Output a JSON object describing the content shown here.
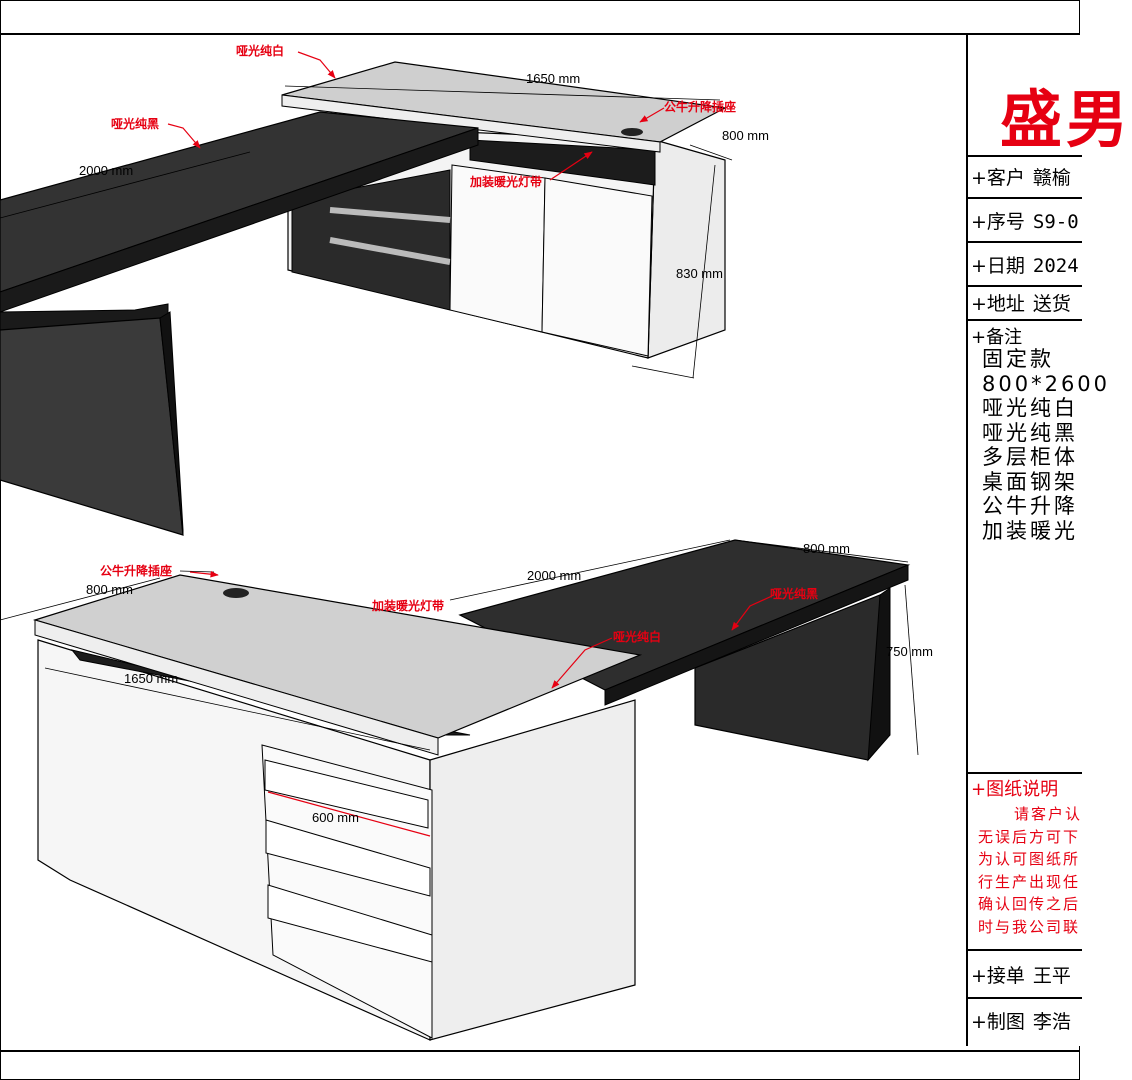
{
  "drawing": {
    "top_view": {
      "label_white": "哑光纯白",
      "label_black": "哑光纯黑",
      "label_socket": "公牛升降插座",
      "label_light": "加装暖光灯带",
      "dim_cabinet_length": "1650 mm",
      "dim_desk_length": "2000 mm",
      "dim_depth": "800 mm",
      "dim_height": "830 mm"
    },
    "bottom_view": {
      "label_socket": "公牛升降插座",
      "label_light": "加装暖光灯带",
      "label_black": "哑光纯黑",
      "label_white": "哑光纯白",
      "dim_depth_left": "800 mm",
      "dim_desk_length": "2000 mm",
      "dim_depth_right": "800 mm",
      "dim_cabinet_length": "1650 mm",
      "dim_height": "750 mm",
      "dim_drawer_width": "600 mm"
    }
  },
  "title_block": {
    "logo": "盛男",
    "customer_label": "+客户",
    "customer_value": "赣榆",
    "serial_label": "+序号",
    "serial_value": "S9-0",
    "date_label": "+日期",
    "date_value": "2024",
    "address_label": "+地址",
    "address_value": "送货",
    "notes_label": "+备注",
    "notes": [
      "固定款",
      "800*2600",
      "哑光纯白",
      "哑光纯黑",
      "多层柜体",
      "桌面钢架",
      "公牛升降",
      "加装暖光"
    ],
    "legend_label": "+图纸说明",
    "legend_lines": [
      "请客户认",
      "无误后方可下",
      "为认可图纸所",
      "行生产出现任",
      "确认回传之后",
      "时与我公司联"
    ],
    "order_label": "+接单",
    "order_value": "王平",
    "drafter_label": "+制图",
    "drafter_value": "李浩"
  }
}
